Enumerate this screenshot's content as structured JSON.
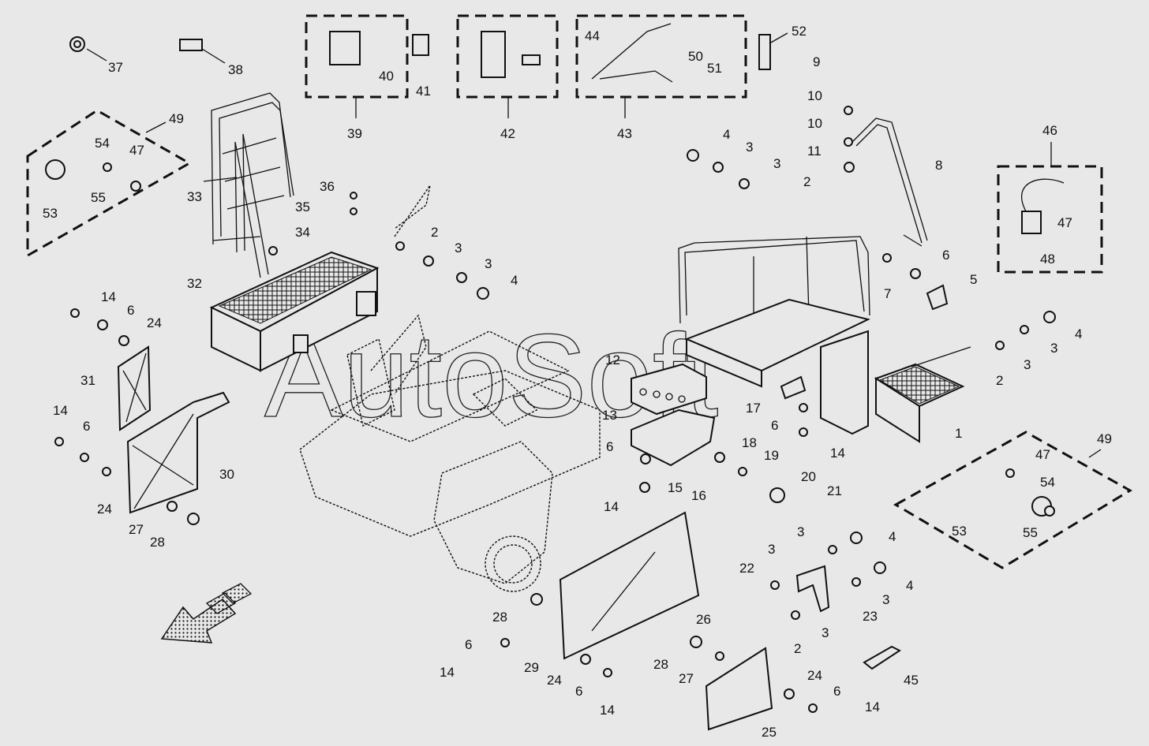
{
  "watermark": "AutoSoft",
  "labels": {
    "l1": "1",
    "l2a": "2",
    "l2b": "2",
    "l2c": "2",
    "l2d": "2",
    "l3a": "3",
    "l3b": "3",
    "l3c": "3",
    "l3d": "3",
    "l3e": "3",
    "l3f": "3",
    "l3g": "3",
    "l3h": "3",
    "l3i": "3",
    "l3j": "3",
    "l4a": "4",
    "l4b": "4",
    "l4c": "4",
    "l4d": "4",
    "l4e": "4",
    "l5": "5",
    "l6a": "6",
    "l6b": "6",
    "l6c": "6",
    "l6d": "6",
    "l6e": "6",
    "l6f": "6",
    "l6g": "6",
    "l6h": "6",
    "l7": "7",
    "l8": "8",
    "l9": "9",
    "l10a": "10",
    "l10b": "10",
    "l11": "11",
    "l12": "12",
    "l13": "13",
    "l14a": "14",
    "l14b": "14",
    "l14c": "14",
    "l14d": "14",
    "l14e": "14",
    "l14f": "14",
    "l14g": "14",
    "l15": "15",
    "l16": "16",
    "l17": "17",
    "l18": "18",
    "l19": "19",
    "l20": "20",
    "l21": "21",
    "l22": "22",
    "l23": "23",
    "l24a": "24",
    "l24b": "24",
    "l24c": "24",
    "l24d": "24",
    "l25": "25",
    "l26": "26",
    "l27a": "27",
    "l27b": "27",
    "l28a": "28",
    "l28b": "28",
    "l28c": "28",
    "l29": "29",
    "l30": "30",
    "l31": "31",
    "l32": "32",
    "l33": "33",
    "l34": "34",
    "l35": "35",
    "l36": "36",
    "l37": "37",
    "l38": "38",
    "l39": "39",
    "l40": "40",
    "l41": "41",
    "l42": "42",
    "l43": "43",
    "l44": "44",
    "l45": "45",
    "l46": "46",
    "l47a": "47",
    "l47b": "47",
    "l47c": "47",
    "l48": "48",
    "l49a": "49",
    "l49b": "49",
    "l50": "50",
    "l51": "51",
    "l52": "52",
    "l53a": "53",
    "l53b": "53",
    "l54a": "54",
    "l54b": "54",
    "l55a": "55",
    "l55b": "55"
  }
}
